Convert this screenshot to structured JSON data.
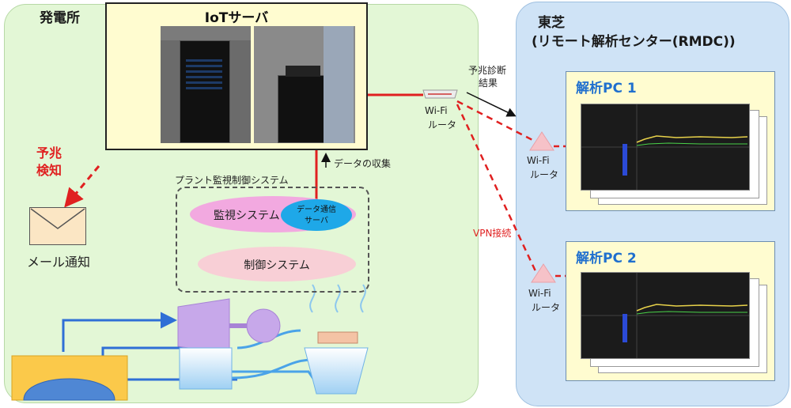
{
  "power_plant": {
    "title": "発電所"
  },
  "toshiba": {
    "title_line1": "東芝",
    "title_line2": "(リモート解析センター(RMDC))"
  },
  "iot_server": {
    "title": "IoTサーバ"
  },
  "sign_detection": {
    "line1": "予兆",
    "line2": "検知"
  },
  "mail_notice": {
    "label": "メール通知"
  },
  "data_collection": {
    "label": "データの収集"
  },
  "plant_system": {
    "label": "プラント監視制御システム",
    "monitoring": "監視システム",
    "comm_server_line1": "データ通信",
    "comm_server_line2": "サーバ",
    "control": "制御システム"
  },
  "router_main": {
    "line1": "Wi-Fi",
    "line2": "ルータ"
  },
  "diagnosis_result": {
    "line1": "予兆診断",
    "line2": "結果"
  },
  "vpn": {
    "label": "VPN接続"
  },
  "router_pc1": {
    "line1": "Wi-Fi",
    "line2": "ルータ"
  },
  "router_pc2": {
    "line1": "Wi-Fi",
    "line2": "ルータ"
  },
  "pc1": {
    "title": "解析PC 1"
  },
  "pc2": {
    "title": "解析PC 2"
  },
  "colors": {
    "vpn_red": "#e02020",
    "pc_title_blue": "#1f6fce",
    "plant_green": "#e3f7d6",
    "rmdc_blue": "#cfe3f6"
  }
}
